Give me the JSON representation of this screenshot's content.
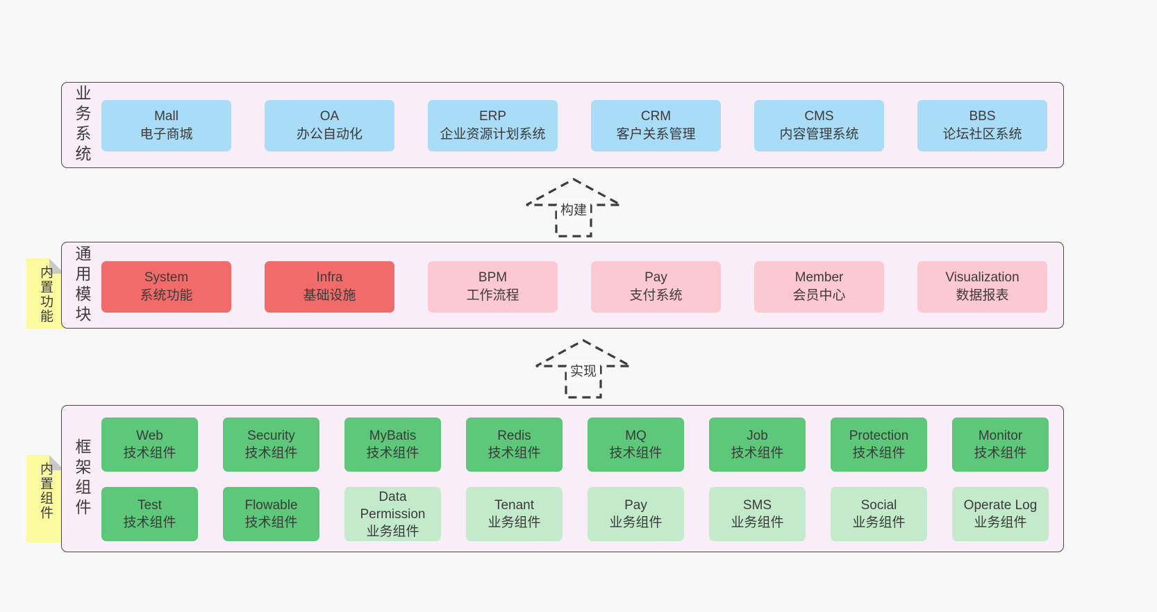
{
  "colors": {
    "page_bg": "#f8f8f8",
    "panel_bg": "#f9eef7",
    "panel_border": "#454545",
    "blue_box": "#a9dcf6",
    "red_box": "#f26b6b",
    "pink_box": "#fcc9d2",
    "green_box": "#5dc87a",
    "light_green_box": "#c3ebcb",
    "yellow_note": "#fbfa9e",
    "note_fold": "#c9c9c9",
    "text": "#3b3b3b"
  },
  "sections": {
    "business": {
      "label": "业务系统",
      "boxes": [
        {
          "title": "Mall",
          "subtitle": "电子商城"
        },
        {
          "title": "OA",
          "subtitle": "办公自动化"
        },
        {
          "title": "ERP",
          "subtitle": "企业资源计划系统"
        },
        {
          "title": "CRM",
          "subtitle": "客户关系管理"
        },
        {
          "title": "CMS",
          "subtitle": "内容管理系统"
        },
        {
          "title": "BBS",
          "subtitle": "论坛社区系统"
        }
      ]
    },
    "modules": {
      "label": "通用模块",
      "note": "内置功能",
      "boxes": [
        {
          "title": "System",
          "subtitle": "系统功能",
          "color": "red"
        },
        {
          "title": "Infra",
          "subtitle": "基础设施",
          "color": "red"
        },
        {
          "title": "BPM",
          "subtitle": "工作流程",
          "color": "pink"
        },
        {
          "title": "Pay",
          "subtitle": "支付系统",
          "color": "pink"
        },
        {
          "title": "Member",
          "subtitle": "会员中心",
          "color": "pink"
        },
        {
          "title": "Visualization",
          "subtitle": "数据报表",
          "color": "pink"
        }
      ]
    },
    "framework": {
      "label": "框架组件",
      "note": "内置组件",
      "row1": [
        {
          "title": "Web",
          "subtitle": "技术组件",
          "color": "green"
        },
        {
          "title": "Security",
          "subtitle": "技术组件",
          "color": "green"
        },
        {
          "title": "MyBatis",
          "subtitle": "技术组件",
          "color": "green"
        },
        {
          "title": "Redis",
          "subtitle": "技术组件",
          "color": "green"
        },
        {
          "title": "MQ",
          "subtitle": "技术组件",
          "color": "green"
        },
        {
          "title": "Job",
          "subtitle": "技术组件",
          "color": "green"
        },
        {
          "title": "Protection",
          "subtitle": "技术组件",
          "color": "green"
        },
        {
          "title": "Monitor",
          "subtitle": "技术组件",
          "color": "green"
        }
      ],
      "row2": [
        {
          "title": "Test",
          "subtitle": "技术组件",
          "color": "green"
        },
        {
          "title": "Flowable",
          "subtitle": "技术组件",
          "color": "green"
        },
        {
          "title": "Data Permission",
          "subtitle": "业务组件",
          "color": "light-green"
        },
        {
          "title": "Tenant",
          "subtitle": "业务组件",
          "color": "light-green"
        },
        {
          "title": "Pay",
          "subtitle": "业务组件",
          "color": "light-green"
        },
        {
          "title": "SMS",
          "subtitle": "业务组件",
          "color": "light-green"
        },
        {
          "title": "Social",
          "subtitle": "业务组件",
          "color": "light-green"
        },
        {
          "title": "Operate Log",
          "subtitle": "业务组件",
          "color": "light-green"
        }
      ]
    }
  },
  "arrows": [
    {
      "label": "构建"
    },
    {
      "label": "实现"
    }
  ]
}
